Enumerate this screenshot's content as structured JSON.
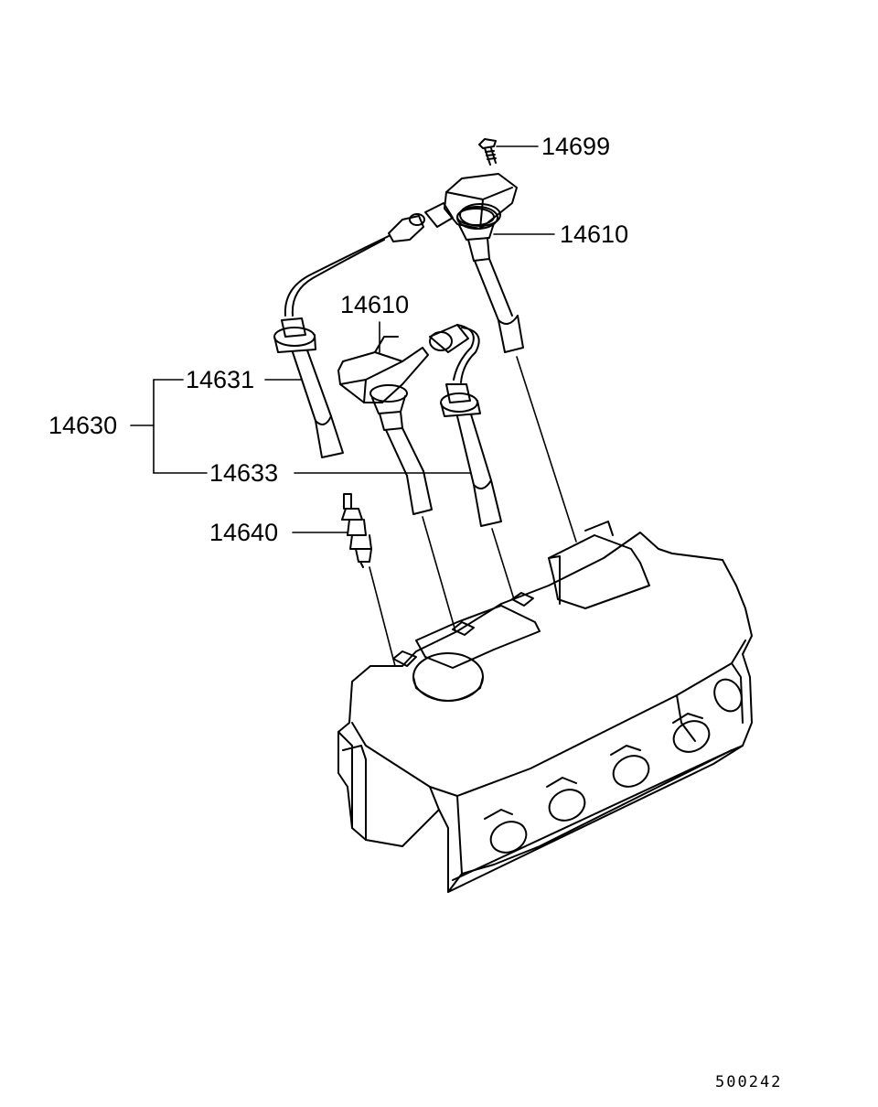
{
  "labels": {
    "bolt": "14699",
    "coil_upper": "14610",
    "coil_lower": "14610",
    "cable_upper": "14631",
    "cable_set": "14630",
    "cable_lower": "14633",
    "spark_plug": "14640"
  },
  "reference_number": "500242",
  "colors": {
    "ink": "#000000",
    "paper": "#ffffff"
  }
}
